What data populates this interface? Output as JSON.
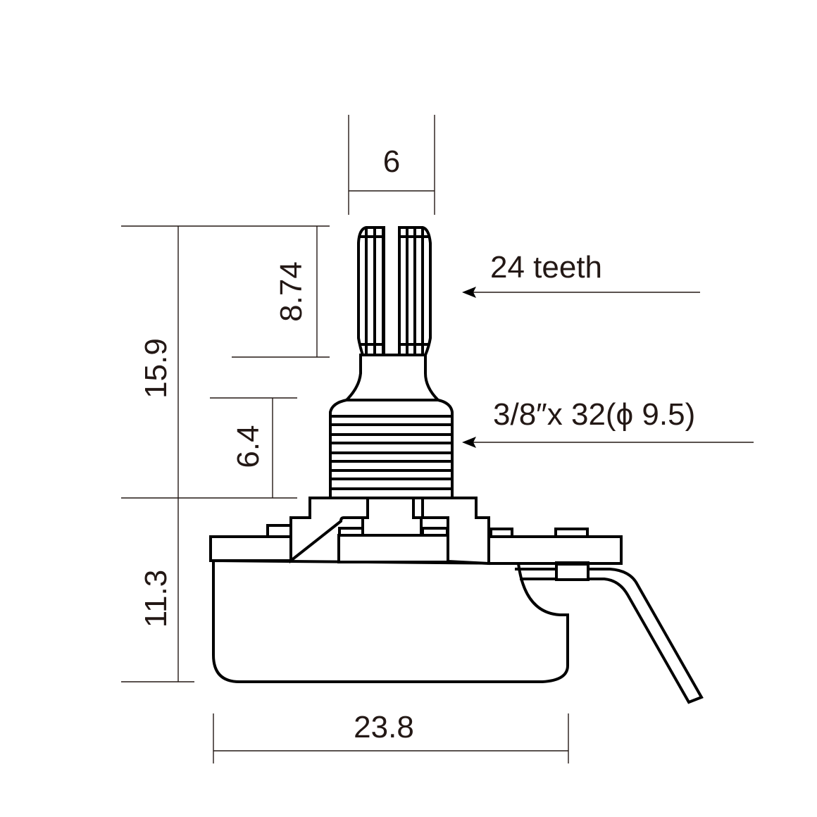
{
  "diagram": {
    "subject": "Potentiometer side view with dimensions",
    "units": "mm",
    "colors": {
      "line": "#000000",
      "text": "#231815",
      "background": "#ffffff"
    },
    "dimensions": {
      "shaft_width": "6",
      "shaft_knurl_length": "8.74",
      "overall_shaft_height": "15.9",
      "bushing_length": "6.4",
      "body_height": "11.3",
      "body_width": "23.8"
    },
    "callouts": {
      "knurl": "24 teeth",
      "thread": "3/8″x 32(ϕ 9.5)"
    }
  }
}
